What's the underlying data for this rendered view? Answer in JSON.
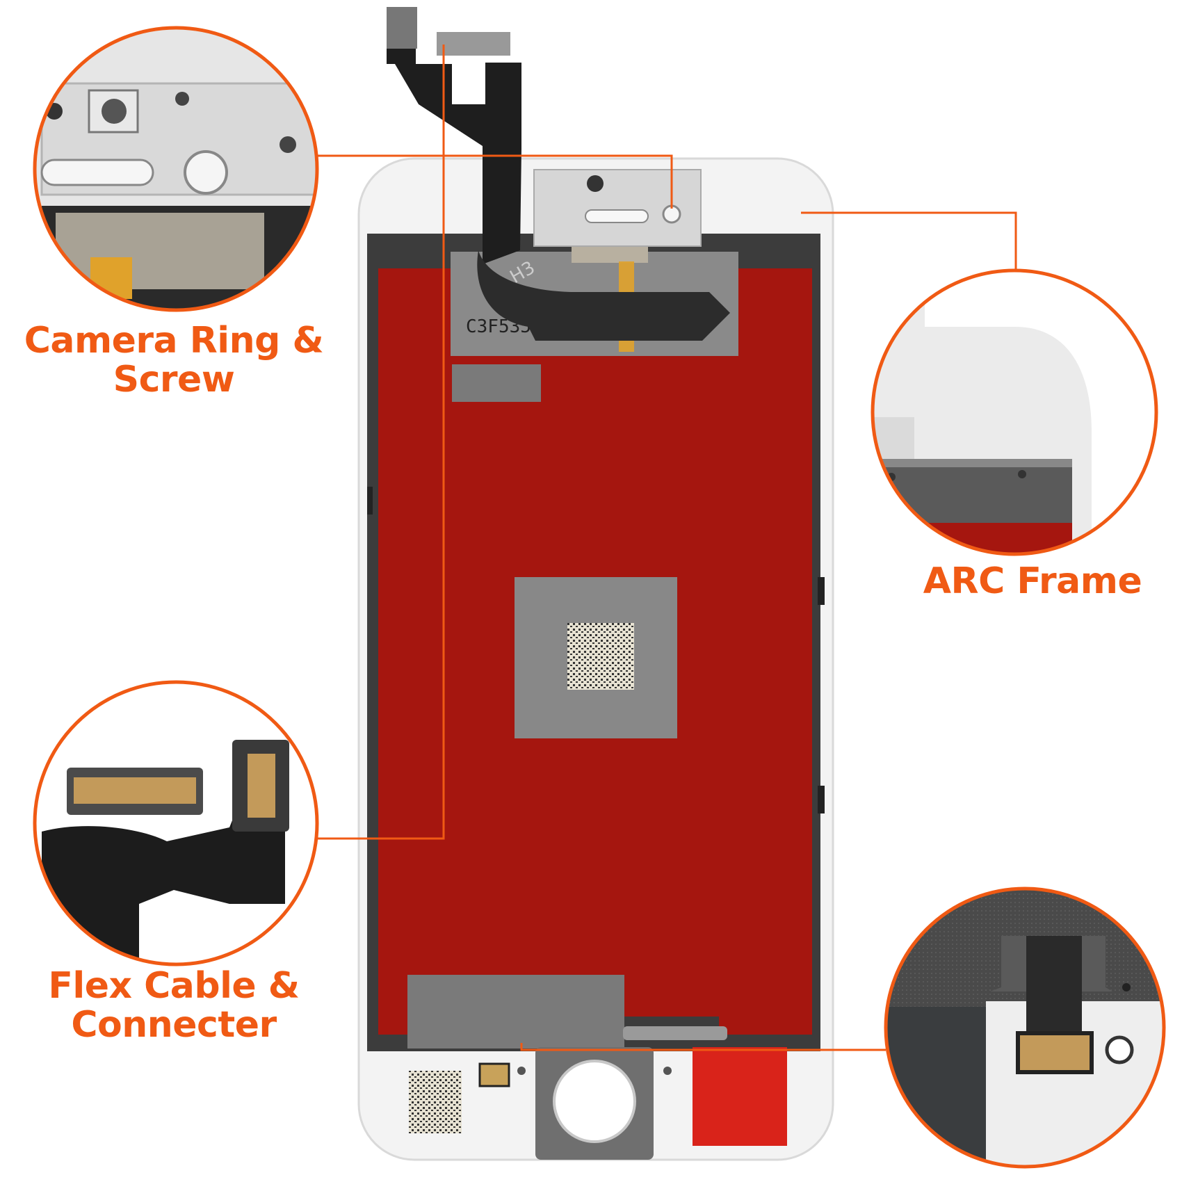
{
  "callouts": {
    "camera": {
      "line1": "Camera Ring &",
      "line2": "Screw"
    },
    "arc": {
      "line1": "ARC Frame"
    },
    "flex": {
      "line1": "Flex Cable &",
      "line2": "Connecter"
    }
  },
  "panel_markings": {
    "part_code": "C3F5355",
    "handwritten_mark": "H3"
  },
  "colors": {
    "accent_orange": "#f05a14",
    "backing_red": "#a5160f",
    "frame_white": "#f2f2f2",
    "metal_gray": "#7c7c7c",
    "flex_black": "#1e1e1e"
  }
}
